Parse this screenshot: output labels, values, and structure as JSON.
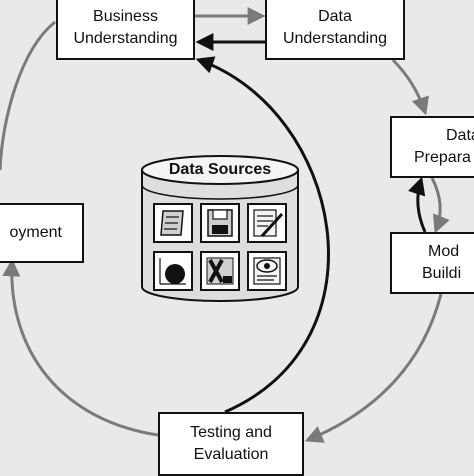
{
  "diagram": {
    "background": "#e9e9e9",
    "stroke_dark": "#111111",
    "stroke_gray": "#7a7a7a",
    "boxes": {
      "business": {
        "line1": "Business",
        "line2": "Understanding"
      },
      "data_understanding": {
        "line1": "Data",
        "line2": "Understanding"
      },
      "data_preparation": {
        "line1": "Data",
        "line2": "Prepara"
      },
      "modeling": {
        "line1": "Mod",
        "line2": "Buildi"
      },
      "testing": {
        "line1": "Testing and",
        "line2": "Evaluation"
      },
      "deployment": {
        "line1": "oyment"
      }
    },
    "data_sources": {
      "title": "Data Sources",
      "icons": [
        "scroll-document-icon",
        "floppy-disk-icon",
        "pen-document-icon",
        "graph-sheet-icon",
        "spreadsheet-icon",
        "web-document-icon"
      ]
    }
  }
}
